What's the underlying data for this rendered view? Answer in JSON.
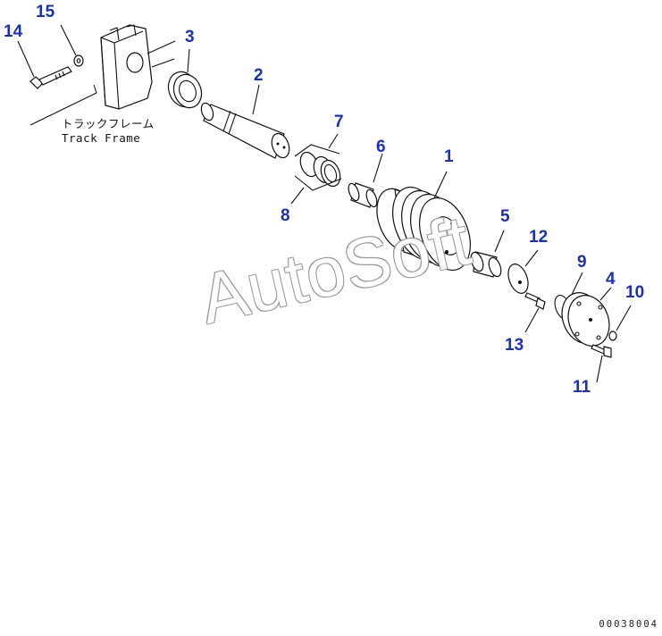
{
  "callouts": [
    {
      "id": "1",
      "text": "1"
    },
    {
      "id": "2",
      "text": "2"
    },
    {
      "id": "3",
      "text": "3"
    },
    {
      "id": "4",
      "text": "4"
    },
    {
      "id": "5",
      "text": "5"
    },
    {
      "id": "6",
      "text": "6"
    },
    {
      "id": "7",
      "text": "7"
    },
    {
      "id": "8",
      "text": "8"
    },
    {
      "id": "9",
      "text": "9"
    },
    {
      "id": "10",
      "text": "10"
    },
    {
      "id": "11",
      "text": "11"
    },
    {
      "id": "12",
      "text": "12"
    },
    {
      "id": "13",
      "text": "13"
    },
    {
      "id": "14",
      "text": "14"
    },
    {
      "id": "15",
      "text": "15"
    }
  ],
  "frame_label": {
    "japanese": "トラックフレーム",
    "english": "Track Frame"
  },
  "watermark": "AutoSoft",
  "drawing_code": "00038004",
  "colors": {
    "callout": "#1c2fb8",
    "line": "#111111",
    "watermark_outline": "#9a9a9a"
  }
}
